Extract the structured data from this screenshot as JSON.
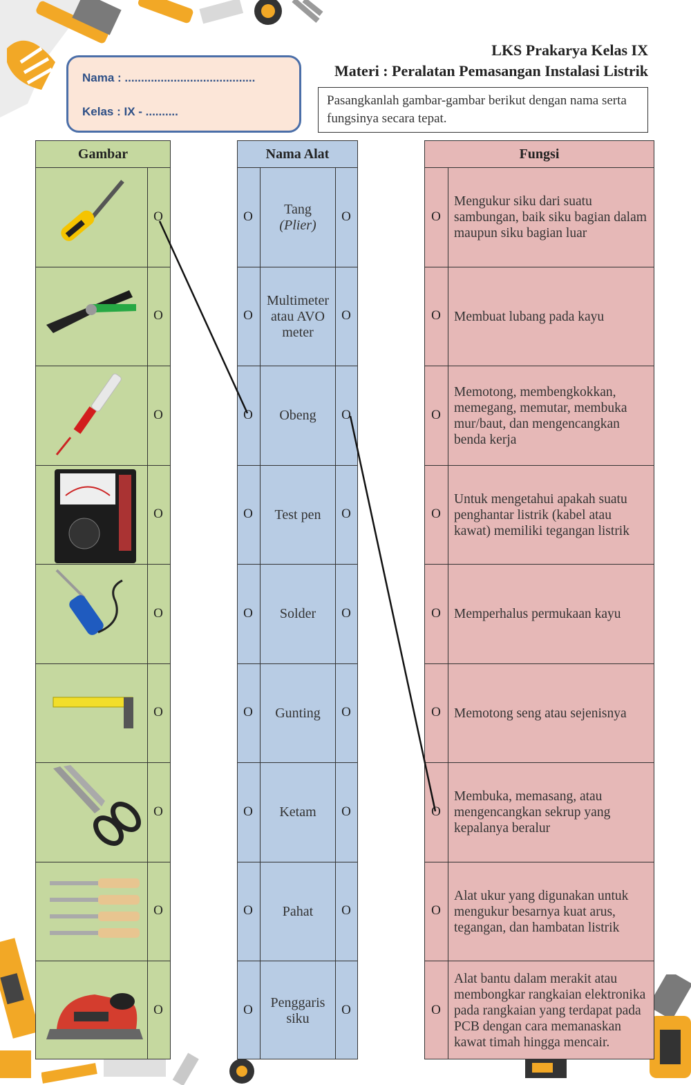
{
  "header": {
    "title": "LKS Prakarya Kelas IX",
    "subtitle": "Materi : Peralatan Pemasangan Instalasi Listrik"
  },
  "identity": {
    "nama": "Nama  : ........................................",
    "kelas": "Kelas   : IX - .........."
  },
  "instruction": "Pasangkanlah gambar-gambar berikut dengan nama serta fungsinya secara tepat.",
  "columns": {
    "gambar": "Gambar",
    "nama_alat": "Nama Alat",
    "fungsi": "Fungsi"
  },
  "circle_mark": "O",
  "gambar_items": [
    {
      "icon": "screwdriver-icon"
    },
    {
      "icon": "pliers-icon"
    },
    {
      "icon": "test-pen-icon"
    },
    {
      "icon": "multimeter-icon"
    },
    {
      "icon": "soldering-iron-icon"
    },
    {
      "icon": "try-square-icon"
    },
    {
      "icon": "tin-snips-icon"
    },
    {
      "icon": "chisel-set-icon"
    },
    {
      "icon": "electric-planer-icon"
    }
  ],
  "nama_alat": [
    {
      "line1": "Tang",
      "line2": "(Plier)"
    },
    {
      "line1": "Multimeter atau AVO meter",
      "line2": ""
    },
    {
      "line1": "Obeng",
      "line2": ""
    },
    {
      "line1": "Test pen",
      "line2": ""
    },
    {
      "line1": "Solder",
      "line2": ""
    },
    {
      "line1": "Gunting",
      "line2": ""
    },
    {
      "line1": "Ketam",
      "line2": ""
    },
    {
      "line1": "Pahat",
      "line2": ""
    },
    {
      "line1": "Penggaris siku",
      "line2": ""
    }
  ],
  "fungsi": [
    "Mengukur siku dari suatu sambungan, baik siku bagian dalam maupun siku bagian luar",
    "Membuat lubang pada kayu",
    "Memotong, membengkokkan, memegang, memutar, membuka mur/baut, dan mengencangkan benda kerja",
    "Untuk mengetahui apakah suatu penghantar listrik (kabel atau kawat) memiliki tegangan listrik",
    "Memperhalus permukaan kayu",
    "Memotong seng atau sejenisnya",
    "Membuka, memasang, atau mengencangkan sekrup yang kepalanya beralur",
    "Alat ukur yang digunakan untuk mengukur besarnya kuat arus, tegangan, dan hambatan listrik",
    "Alat bantu dalam merakit atau membongkar rangkaian elektronika pada rangkaian yang terdapat pada PCB dengan cara memanaskan kawat timah hingga mencair."
  ],
  "colors": {
    "gambar_bg": "#c5d89f",
    "nama_bg": "#b8cce4",
    "fungsi_bg": "#e6b8b7",
    "name_box_bg": "#fce6d8",
    "name_box_border": "#4a6ea8"
  }
}
